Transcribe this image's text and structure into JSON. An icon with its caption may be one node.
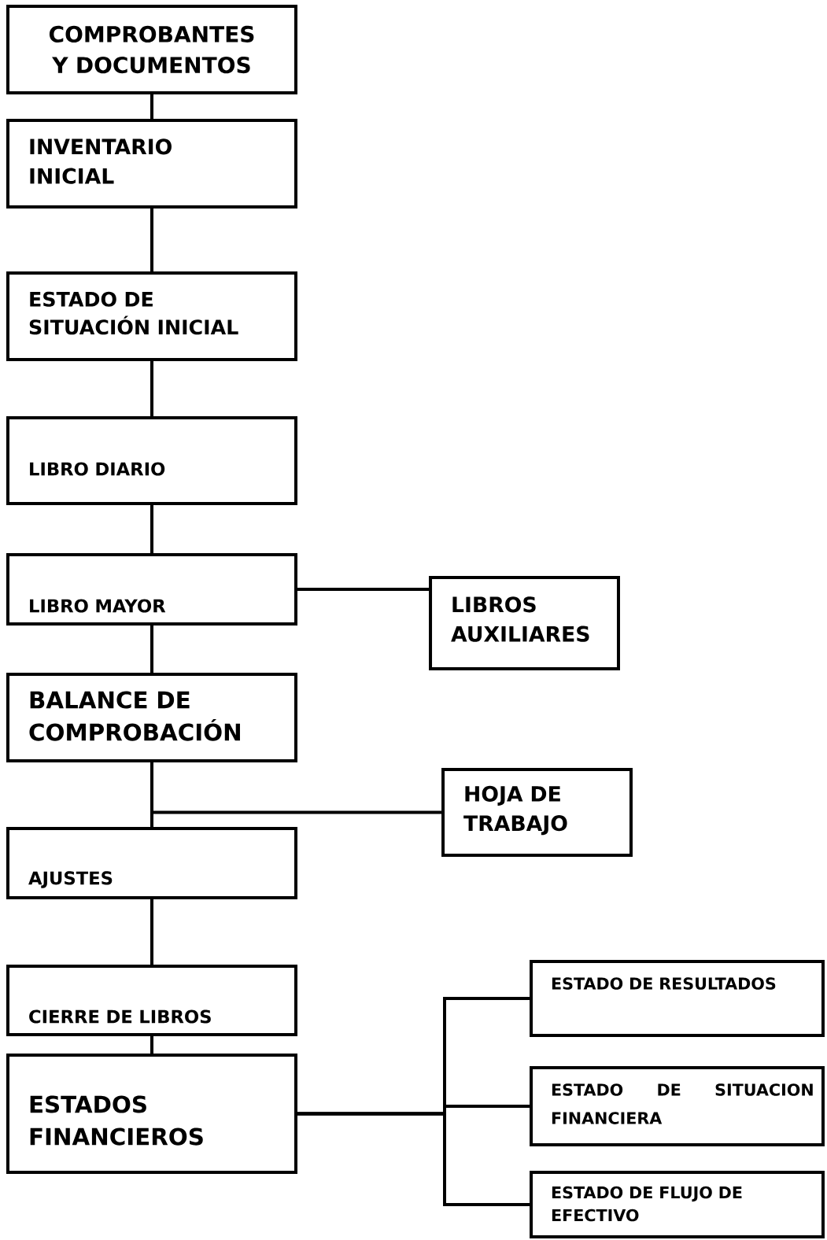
{
  "diagram": {
    "nodes": [
      {
        "text": [
          "COMPROBANTES Y DOCUMENTOS"
        ]
      },
      {
        "text": [
          "INVENTARIO INICIAL"
        ]
      },
      {
        "text": [
          "ESTADO DE SITUACIÓN INICIAL"
        ]
      },
      {
        "text": [
          "LIBRO DIARIO"
        ]
      },
      {
        "text": [
          "LIBRO MAYOR"
        ]
      },
      {
        "text": [
          "LIBROS AUXILIARES"
        ]
      },
      {
        "text": [
          "BALANCE DE COMPROBACIÓN"
        ]
      },
      {
        "text": [
          "HOJA DE TRABAJO"
        ]
      },
      {
        "text": [
          "AJUSTES"
        ]
      },
      {
        "text": [
          "CIERRE DE LIBROS"
        ]
      },
      {
        "text": [
          "ESTADOS FINANCIEROS"
        ]
      },
      {
        "text": [
          "ESTADO DE RESULTADOS"
        ]
      },
      {
        "text": [
          "ESTADO DE SITUACION FINANCIERA"
        ]
      },
      {
        "text": [
          "ESTADO DE FLUJO DE EFECTIVO"
        ]
      }
    ],
    "edges": [
      {
        "from": 0,
        "to": 1,
        "arrow": "none"
      },
      {
        "from": 1,
        "to": 2,
        "arrow": "none"
      },
      {
        "from": 2,
        "to": 3,
        "arrow": "none"
      },
      {
        "from": 3,
        "to": 4,
        "arrow": "none"
      },
      {
        "from": 4,
        "to": 5,
        "arrow": "none"
      },
      {
        "from": 4,
        "to": 6,
        "arrow": "none"
      },
      {
        "from": 6,
        "to": 7,
        "arrow": "none"
      },
      {
        "from": 6,
        "to": 8,
        "arrow": "none"
      },
      {
        "from": 8,
        "to": 9,
        "arrow": "none"
      },
      {
        "from": 9,
        "to": 10,
        "arrow": "none"
      },
      {
        "from": 10,
        "to": 11,
        "arrow": "none"
      },
      {
        "from": 10,
        "to": 12,
        "arrow": "none"
      },
      {
        "from": 10,
        "to": 13,
        "arrow": "none"
      }
    ]
  }
}
